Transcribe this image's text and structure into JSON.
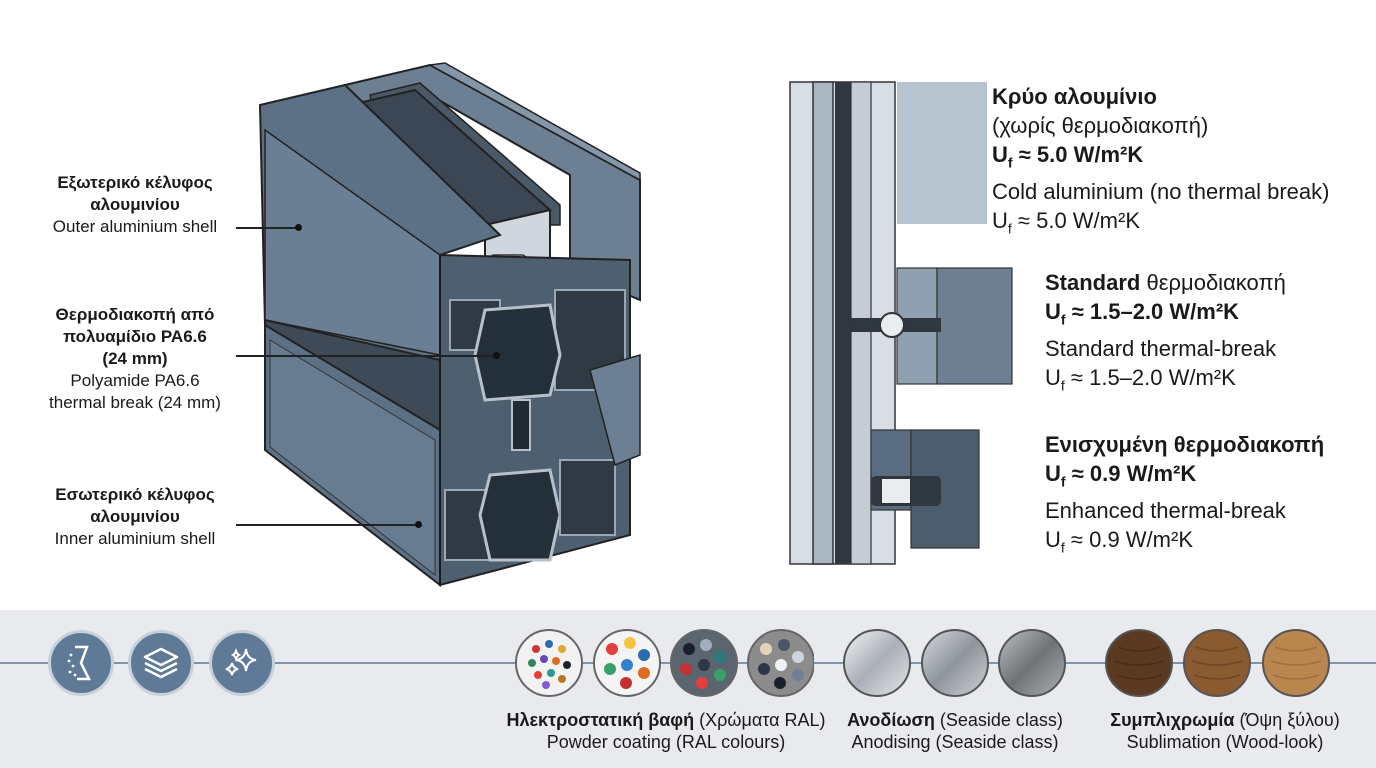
{
  "left_labels": {
    "outer_gr_1": "Εξωτερικό κέλυφος",
    "outer_gr_2": "αλουμινίου",
    "outer_en": "Outer aluminium shell",
    "tb_gr_1": "Θερμοδιακοπή από",
    "tb_gr_2": "πολυαμίδιο PA6.6",
    "tb_gr_3": "(24 mm)",
    "tb_en_1": "Polyamide PA6.6",
    "tb_en_2": "thermal break (24 mm)",
    "inner_gr_1": "Εσωτερικό κέλυφος",
    "inner_gr_2": "αλουμινίου",
    "inner_en": "Inner aluminium shell"
  },
  "sections": [
    {
      "title_gr": "Κρύο αλουμίνιο",
      "sub_gr": "(χωρίς θερμοδιακοπή)",
      "uf_bold": "≈ 5.0 W/m²K",
      "title_en": "Cold aluminium (no thermal break)",
      "uf_en": "≈ 5.0 W/m²K"
    },
    {
      "title_gr_bold": "Standard",
      "title_gr_rest": " θερμοδιακοπή",
      "uf_bold": "≈ 1.5–2.0 W/m²K",
      "title_en": "Standard thermal-break",
      "uf_en": "≈ 1.5–2.0 W/m²K"
    },
    {
      "title_gr": "Ενισχυμένη θερμοδιακοπή",
      "uf_bold": "≈ 0.9 W/m²K",
      "title_en": "Enhanced thermal-break",
      "uf_en": "≈ 0.9 W/m²K"
    }
  ],
  "uf_symbol": "U",
  "uf_sub": "f",
  "finishes": [
    {
      "gr_bold": "Ηλεκτροστατική βαφή",
      "gr_rest": " (Χρώματα RAL)",
      "en": "Powder coating (RAL colours)"
    },
    {
      "gr_bold": "Ανοδίωση",
      "gr_rest": " (Seaside class)",
      "en": "Anodising (Seaside class)"
    },
    {
      "gr_bold": "Συμπλιχρωμία",
      "gr_rest": " (Όψη ξύλου)",
      "en": "Sublimation (Wood-look)"
    }
  ],
  "icons": [
    "coating-layer-icon",
    "layers-icon",
    "sparkle-icon"
  ],
  "colors": {
    "profile": "#5d7186",
    "profile_dark": "#3a4755",
    "accent_line": "#7f93ab",
    "band_bg": "#e8eaed"
  }
}
